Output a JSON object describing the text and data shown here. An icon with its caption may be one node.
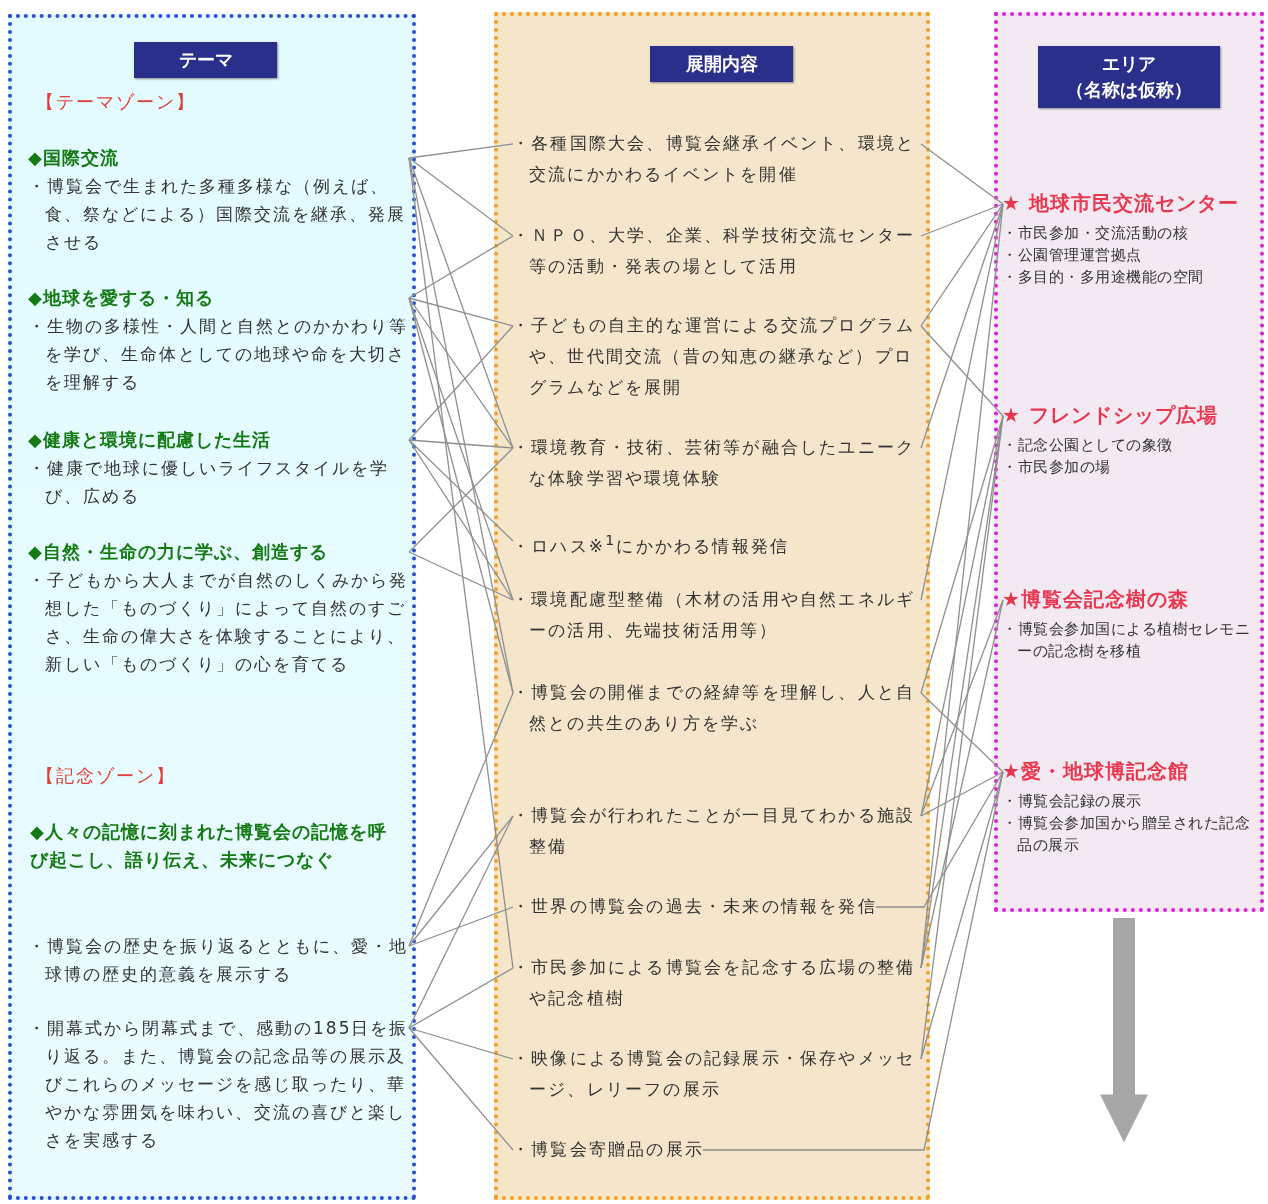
{
  "diagram": {
    "nodes": [
      {
        "text": [
          "テーマ"
        ]
      },
      {
        "text": [
          "◆国際交流",
          "・博覧会で生まれた多種多様な（例えば、食、祭などによる）国際交流を継承、発展させる"
        ],
        "in": 0
      },
      {
        "text": [
          "◆地球を愛する・知る",
          "・生物の多様性・人間と自然とのかかわり等を学び、生命体としての地球や命を大切さを理解する"
        ],
        "in": 0
      },
      {
        "text": [
          "◆健康と環境に配慮した生活",
          "・健康で地球に優しいライフスタイルを学び、広める"
        ],
        "in": 0
      },
      {
        "text": [
          "◆自然・生命の力に学ぶ、創造する",
          "・子どもから大人までが自然のしくみから発想した「ものづくり」によって自然のすごさ、生命の偉大さを体験することにより、新しい「ものづくり」の心を育てる"
        ],
        "in": 0
      },
      {
        "text": [
          "・博覧会の歴史を振り返るとともに、愛・地球博の歴史的意義を展示する"
        ],
        "in": 0
      },
      {
        "text": [
          "・開幕式から閉幕式まで、感動の185日を振り返る。また、博覧会の記念品等の展示及びこれらのメッセージを感じ取ったり、華やかな雰囲気を味わい、交流の喜びと楽しさを実感する"
        ],
        "in": 0
      },
      {
        "text": [
          "展開内容"
        ]
      },
      {
        "text": [
          "・各種国際大会、博覧会継承イベント、環境と交流にかかわるイベントを開催"
        ],
        "in": 7
      },
      {
        "text": [
          "・ＮＰＯ、大学、企業、科学技術交流センター等の活動・発表の場として活用"
        ],
        "in": 7
      },
      {
        "text": [
          "・子どもの自主的な運営による交流プログラムや、世代間交流（昔の知恵の継承など）プログラムなどを展開"
        ],
        "in": 7
      },
      {
        "text": [
          "・環境教育・技術、芸術等が融合したユニークな体験学習や環境体験"
        ],
        "in": 7
      },
      {
        "text": [
          "・ロハス※$^{1}$にかかわる情報発信"
        ],
        "in": 7
      },
      {
        "text": [
          "・環境配慮型整備（木材の活用や自然エネルギーの活用、先端技術活用等）"
        ],
        "in": 7
      },
      {
        "text": [
          "・博覧会の開催までの経緯等を理解し、人と自然との共生のあり方を学ぶ"
        ],
        "in": 7
      },
      {
        "text": [
          "・博覧会が行われたことが一目見てわかる施設整備"
        ],
        "in": 7
      },
      {
        "text": [
          "・世界の博覧会の過去・未来の情報を発信"
        ],
        "in": 7
      },
      {
        "text": [
          "・市民参加による博覧会を記念する広場の整備や記念植樹"
        ],
        "in": 7
      },
      {
        "text": [
          "・映像による博覧会の記録展示・保存やメッセージ、レリーフの展示"
        ],
        "in": 7
      },
      {
        "text": [
          "・博覧会寄贈品の展示"
        ],
        "in": 7
      },
      {
        "text": [
          "エリア",
          "（名称は仮称）"
        ]
      },
      {
        "text": [
          "★ 地球市民交流センター",
          "・市民参加・交流活動の核",
          "・公園管理運営拠点",
          "・多目的・多用途機能の空間"
        ],
        "in": 20
      },
      {
        "text": [
          "★ フレンドシップ広場",
          "・記念公園としての象徴",
          "・市民参加の場"
        ],
        "in": 20
      },
      {
        "text": [
          "★博覧会記念樹の森",
          "・博覧会参加国による植樹セレモニーの記念樹を移植"
        ],
        "in": 20
      },
      {
        "text": [
          "★愛・地球博記念館",
          "・博覧会記録の展示",
          "・博覧会参加国から贈呈された記念品の展示"
        ],
        "in": 20
      }
    ],
    "edges": [
      {
        "from": 1,
        "to": 8,
        "arrow": "none"
      },
      {
        "from": 1,
        "to": 9,
        "arrow": "none"
      },
      {
        "from": 1,
        "to": 11,
        "arrow": "none"
      },
      {
        "from": 1,
        "to": 14,
        "arrow": "none"
      },
      {
        "from": 1,
        "to": 17,
        "arrow": "none"
      },
      {
        "from": 2,
        "to": 9,
        "arrow": "none"
      },
      {
        "from": 2,
        "to": 10,
        "arrow": "none"
      },
      {
        "from": 2,
        "to": 11,
        "arrow": "none"
      },
      {
        "from": 2,
        "to": 13,
        "arrow": "none"
      },
      {
        "from": 2,
        "to": 14,
        "arrow": "none"
      },
      {
        "from": 3,
        "to": 10,
        "arrow": "none"
      },
      {
        "from": 3,
        "to": 11,
        "arrow": "none"
      },
      {
        "from": 3,
        "to": 12,
        "arrow": "none"
      },
      {
        "from": 3,
        "to": 13,
        "arrow": "none"
      },
      {
        "from": 4,
        "to": 11,
        "arrow": "none"
      },
      {
        "from": 4,
        "to": 13,
        "arrow": "none"
      },
      {
        "from": 5,
        "to": 14,
        "arrow": "none"
      },
      {
        "from": 5,
        "to": 15,
        "arrow": "none"
      },
      {
        "from": 5,
        "to": 16,
        "arrow": "none"
      },
      {
        "from": 6,
        "to": 15,
        "arrow": "none"
      },
      {
        "from": 6,
        "to": 17,
        "arrow": "none"
      },
      {
        "from": 6,
        "to": 18,
        "arrow": "none"
      },
      {
        "from": 6,
        "to": 19,
        "arrow": "none"
      },
      {
        "from": 8,
        "to": 21,
        "arrow": "none"
      },
      {
        "from": 9,
        "to": 21,
        "arrow": "none"
      },
      {
        "from": 10,
        "to": 21,
        "arrow": "none"
      },
      {
        "from": 11,
        "to": 21,
        "arrow": "none"
      },
      {
        "from": 13,
        "to": 21,
        "arrow": "none"
      },
      {
        "from": 17,
        "to": 21,
        "arrow": "none"
      },
      {
        "from": 10,
        "to": 22,
        "arrow": "none"
      },
      {
        "from": 14,
        "to": 22,
        "arrow": "none"
      },
      {
        "from": 15,
        "to": 22,
        "arrow": "none"
      },
      {
        "from": 17,
        "to": 22,
        "arrow": "none"
      },
      {
        "from": 18,
        "to": 22,
        "arrow": "none"
      },
      {
        "from": 15,
        "to": 23,
        "arrow": "none"
      },
      {
        "from": 17,
        "to": 23,
        "arrow": "none"
      },
      {
        "from": 14,
        "to": 24,
        "arrow": "none"
      },
      {
        "from": 15,
        "to": 24,
        "arrow": "none"
      },
      {
        "from": 16,
        "to": 24,
        "arrow": "none"
      },
      {
        "from": 18,
        "to": 24,
        "arrow": "none"
      },
      {
        "from": 19,
        "to": 24,
        "arrow": "none"
      },
      {
        "from": 20,
        "to": null,
        "arrow": "to",
        "style": "thick",
        "color": "#a6a6a6"
      }
    ],
    "labels": [
      "【テーマゾーン】",
      "【記念ゾーン】",
      "◆人々の記憶に刻まれた博覧会の記憶を呼び起こし、語り伝え、未来につなぐ"
    ]
  }
}
